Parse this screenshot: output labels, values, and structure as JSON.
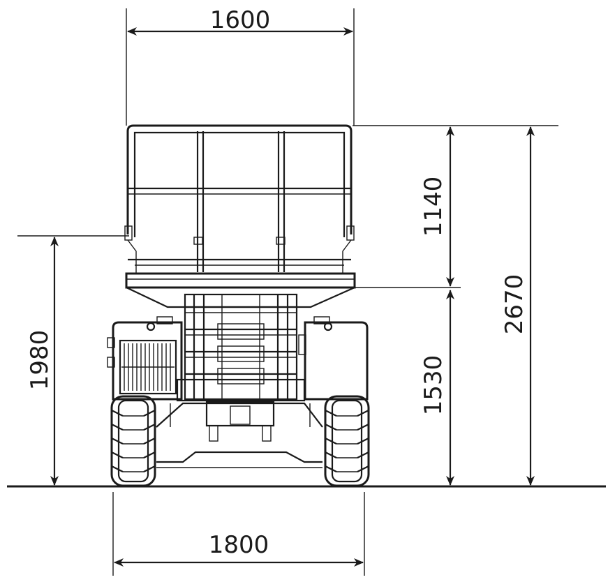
{
  "diagram": {
    "dimensions": {
      "platform_width": "1600",
      "guardrail_height": "1140",
      "platform_height": "1530",
      "total_height": "2670",
      "working_height": "1980",
      "wheel_track": "1800"
    },
    "colors": {
      "line": "#1a1a1a",
      "background": "#ffffff"
    }
  }
}
